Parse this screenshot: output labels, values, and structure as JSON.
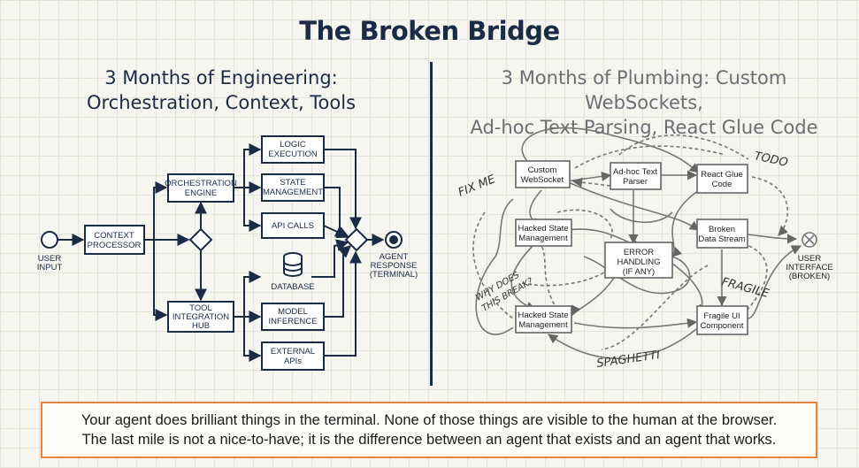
{
  "title": "The Broken Bridge",
  "left": {
    "subtitle_line1": "3 Months of Engineering:",
    "subtitle_line2": "Orchestration, Context, Tools",
    "user_input": [
      "USER",
      "INPUT"
    ],
    "context_processor": [
      "CONTEXT",
      "PROCESSOR"
    ],
    "orchestration_engine": [
      "ORCHESTRATION",
      "ENGINE"
    ],
    "tool_integration_hub": [
      "TOOL",
      "INTEGRATION",
      "HUB"
    ],
    "logic_execution": [
      "LOGIC",
      "EXECUTION"
    ],
    "state_management": [
      "STATE",
      "MANAGEMENT"
    ],
    "api_calls": [
      "API CALLS"
    ],
    "database": [
      "DATABASE"
    ],
    "model_inference": [
      "MODEL",
      "INFERENCE"
    ],
    "external_apis": [
      "EXTERNAL",
      "APIs"
    ],
    "agent_response": [
      "AGENT",
      "RESPONSE",
      "(TERMINAL)"
    ]
  },
  "right": {
    "subtitle_line1": "3 Months of Plumbing: Custom WebSockets,",
    "subtitle_line2": "Ad-hoc Text Parsing, React Glue Code",
    "custom_websocket": [
      "Custom",
      "WebSocket"
    ],
    "adhoc_text_parser": [
      "Ad-hoc Text",
      "Parser"
    ],
    "react_glue_code": [
      "React Glue",
      "Code"
    ],
    "hacked_state_1": [
      "Hacked State",
      "Management"
    ],
    "broken_data_stream": [
      "Broken",
      "Data Stream"
    ],
    "error_handling": [
      "ERROR",
      "HANDLING",
      "(IF ANY)"
    ],
    "hacked_state_2": [
      "Hacked State",
      "Management"
    ],
    "fragile_ui": [
      "Fragile UI",
      "Component"
    ],
    "user_interface": [
      "USER",
      "INTERFACE",
      "(BROKEN)"
    ],
    "notes": {
      "fix_me": "FIX ME",
      "todo": "TODO",
      "why_break_1": "WHY DOES",
      "why_break_2": "THIS BREAK?",
      "fragile": "FRAGILE",
      "spaghetti": "SPAGHETTI"
    }
  },
  "footer": {
    "line1": "Your agent does brilliant things in the terminal. None of those things are visible to the human at the browser.",
    "line2": "The last mile is not a nice-to-have; it is the difference between an agent that exists and an agent that works."
  },
  "colors": {
    "navy": "#1c2b45",
    "gray": "#6b6e73",
    "accent": "#e8803a"
  }
}
